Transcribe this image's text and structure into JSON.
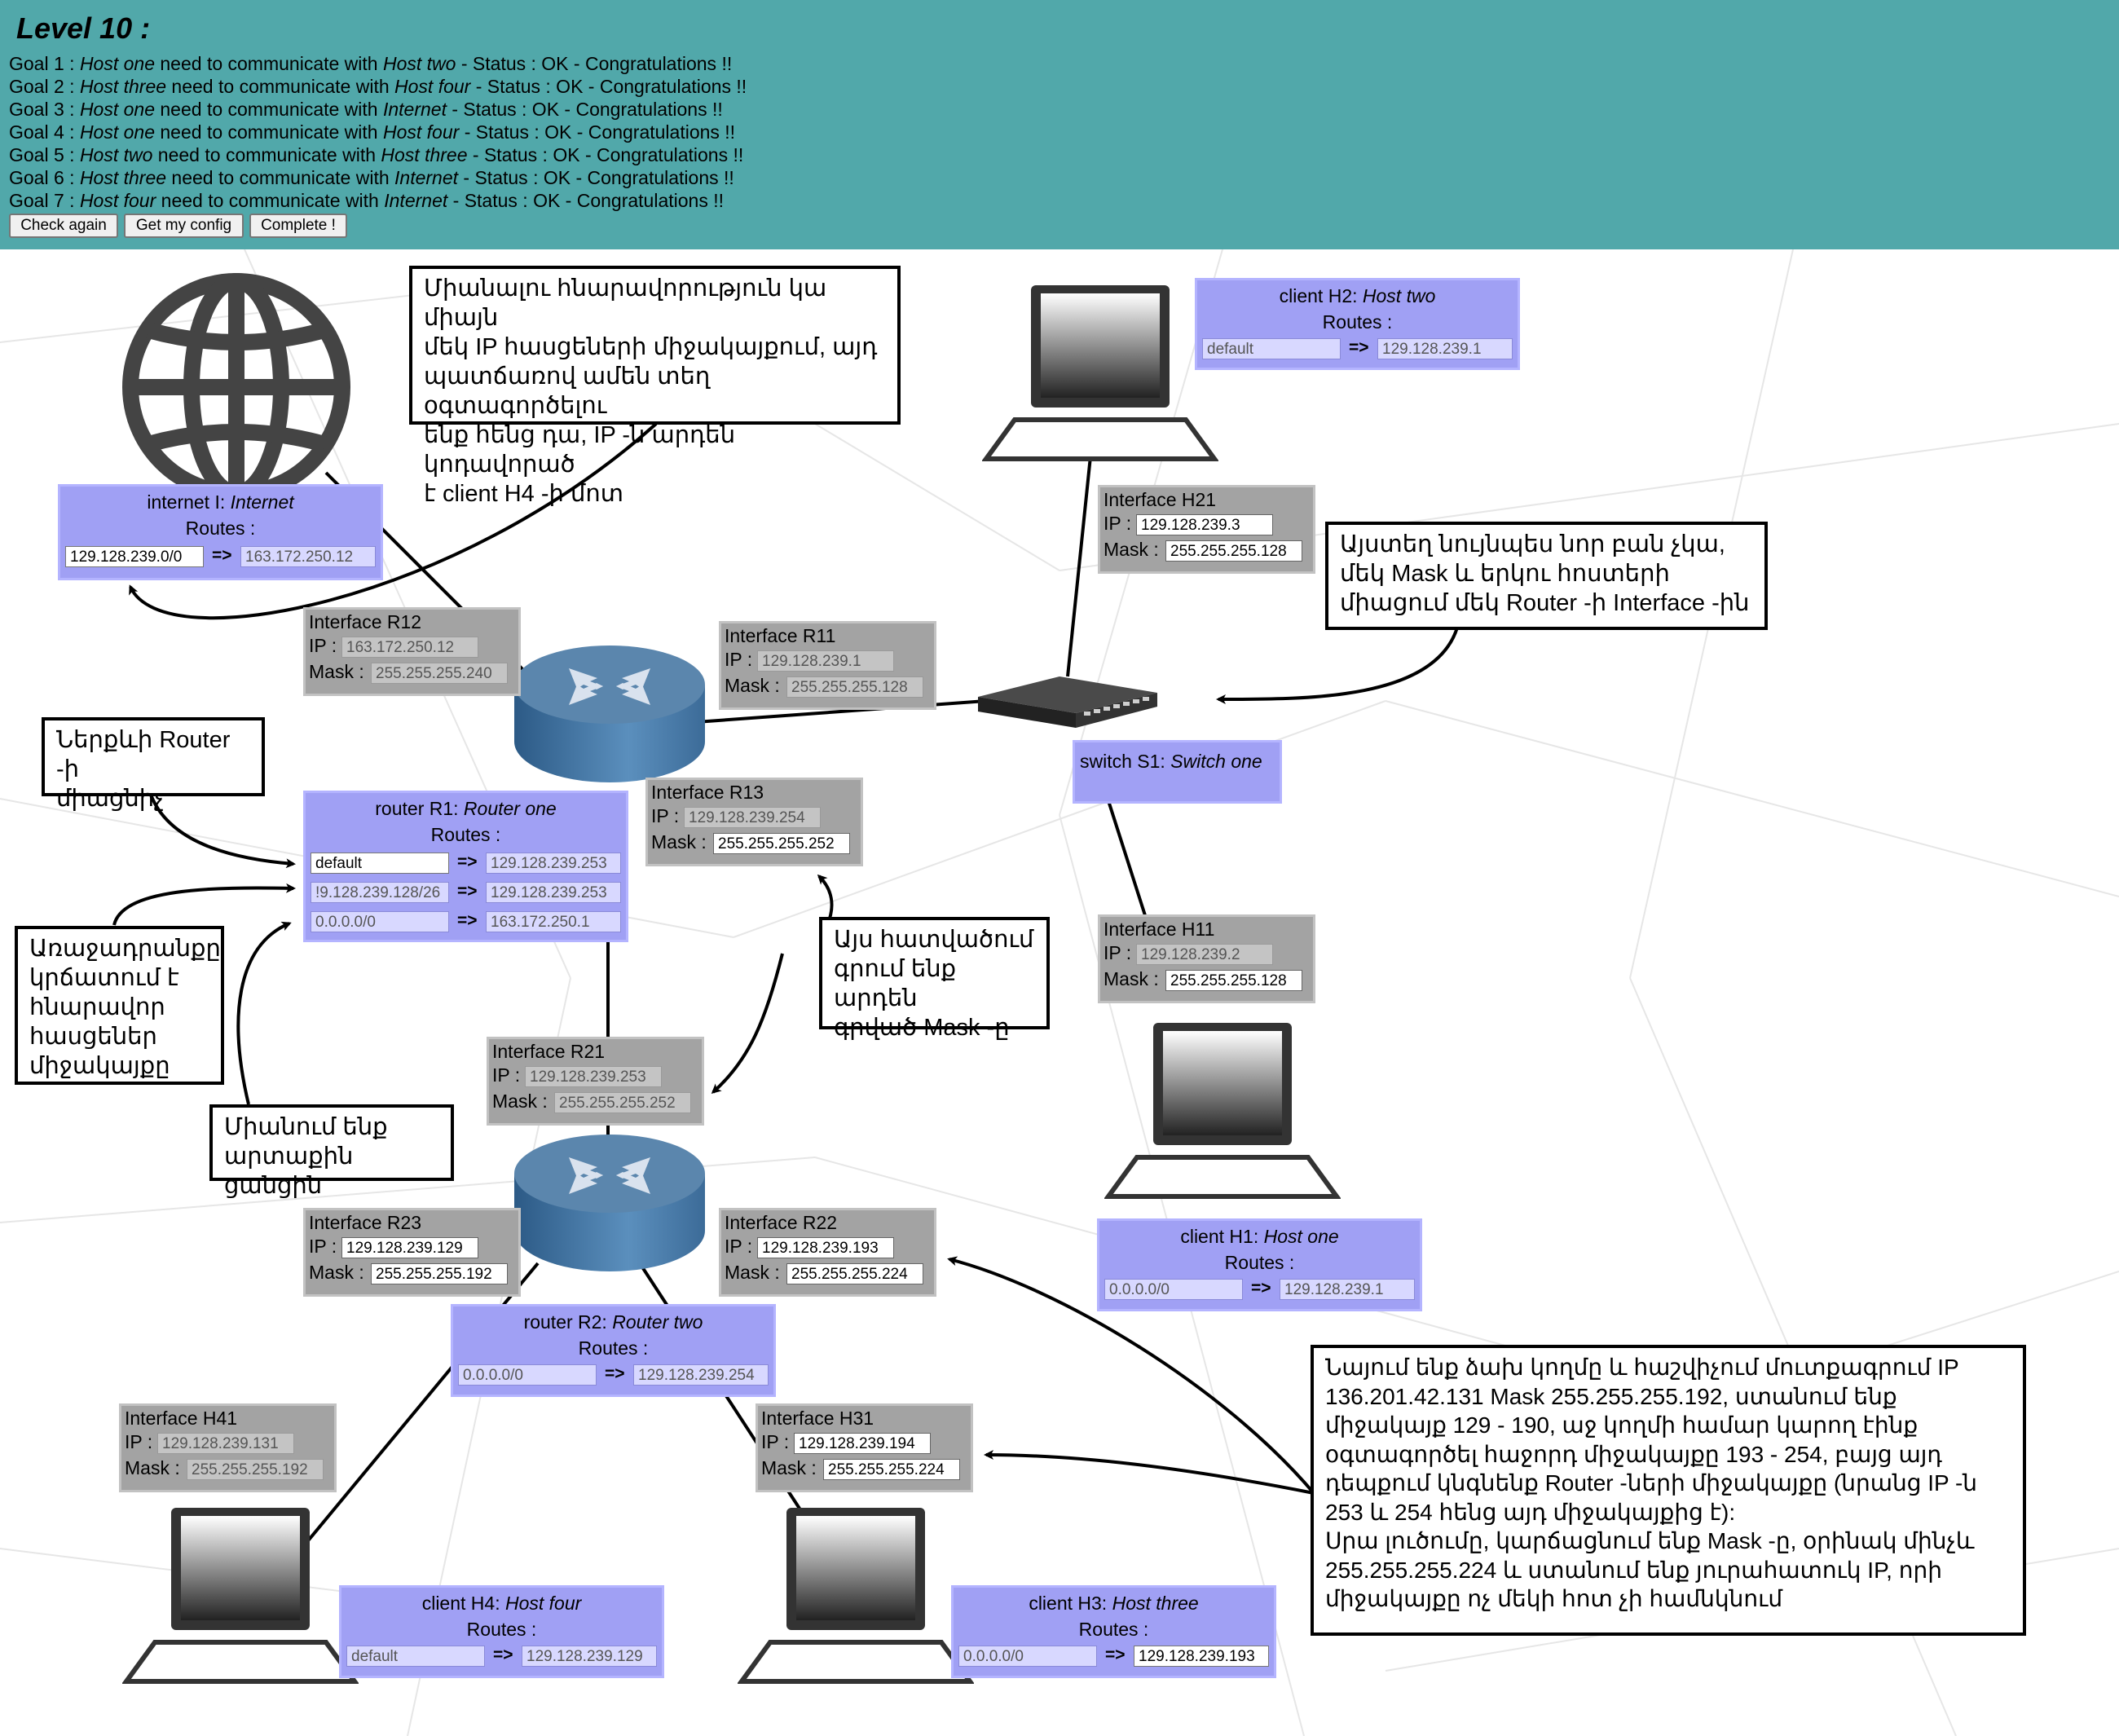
{
  "header": {
    "level_title": "Level 10 :",
    "goals": [
      {
        "prefix": "Goal 1 : ",
        "a": "Host one",
        "mid": " need to communicate with ",
        "b": "Host two",
        "status": " - Status : OK - Congratulations !!"
      },
      {
        "prefix": "Goal 2 : ",
        "a": "Host three",
        "mid": " need to communicate with ",
        "b": "Host four",
        "status": " - Status : OK - Congratulations !!"
      },
      {
        "prefix": "Goal 3 : ",
        "a": "Host one",
        "mid": " need to communicate with ",
        "b": "Internet",
        "status": " - Status : OK - Congratulations !!"
      },
      {
        "prefix": "Goal 4 : ",
        "a": "Host one",
        "mid": " need to communicate with ",
        "b": "Host four",
        "status": " - Status : OK - Congratulations !!"
      },
      {
        "prefix": "Goal 5 : ",
        "a": "Host two",
        "mid": " need to communicate with ",
        "b": "Host three",
        "status": " - Status : OK - Congratulations !!"
      },
      {
        "prefix": "Goal 6 : ",
        "a": "Host three",
        "mid": " need to communicate with ",
        "b": "Internet",
        "status": " - Status : OK - Congratulations !!"
      },
      {
        "prefix": "Goal 7 : ",
        "a": "Host four",
        "mid": " need to communicate with ",
        "b": "Internet",
        "status": " - Status : OK - Congratulations !!"
      }
    ],
    "buttons": {
      "check_again": "Check again",
      "get_config": "Get my config",
      "complete": "Complete !"
    }
  },
  "labels": {
    "routes": "Routes :",
    "arrow": "=>",
    "ip": "IP :",
    "mask": "Mask :"
  },
  "nodes": {
    "internet": {
      "kind": "internet I: ",
      "name": "Internet",
      "routes": [
        {
          "dest": "129.128.239.0/0",
          "via": "163.172.250.12"
        }
      ]
    },
    "h2": {
      "kind": "client H2: ",
      "name": "Host two",
      "routes": [
        {
          "dest": "default",
          "via": "129.128.239.1"
        }
      ]
    },
    "r1": {
      "kind": "router R1: ",
      "name": "Router one",
      "routes": [
        {
          "dest": "default",
          "via": "129.128.239.253"
        },
        {
          "dest": "!9.128.239.128/26",
          "via": "129.128.239.253"
        },
        {
          "dest": "0.0.0.0/0",
          "via": "163.172.250.1"
        }
      ]
    },
    "s1": {
      "kind": "switch S1: ",
      "name": "Switch one"
    },
    "h1": {
      "kind": "client H1: ",
      "name": "Host one",
      "routes": [
        {
          "dest": "0.0.0.0/0",
          "via": "129.128.239.1"
        }
      ]
    },
    "r2": {
      "kind": "router R2: ",
      "name": "Router two",
      "routes": [
        {
          "dest": "0.0.0.0/0",
          "via": "129.128.239.254"
        }
      ]
    },
    "h4": {
      "kind": "client H4: ",
      "name": "Host four",
      "routes": [
        {
          "dest": "default",
          "via": "129.128.239.129"
        }
      ]
    },
    "h3": {
      "kind": "client H3: ",
      "name": "Host three",
      "routes": [
        {
          "dest": "0.0.0.0/0",
          "via": "129.128.239.193"
        }
      ]
    }
  },
  "interfaces": {
    "h21": {
      "title": "Interface H21",
      "ip": "129.128.239.3",
      "mask": "255.255.255.128"
    },
    "r12": {
      "title": "Interface R12",
      "ip": "163.172.250.12",
      "mask": "255.255.255.240"
    },
    "r11": {
      "title": "Interface R11",
      "ip": "129.128.239.1",
      "mask": "255.255.255.128"
    },
    "r13": {
      "title": "Interface R13",
      "ip": "129.128.239.254",
      "mask": "255.255.255.252"
    },
    "h11": {
      "title": "Interface H11",
      "ip": "129.128.239.2",
      "mask": "255.255.255.128"
    },
    "r21": {
      "title": "Interface R21",
      "ip": "129.128.239.253",
      "mask": "255.255.255.252"
    },
    "r23": {
      "title": "Interface R23",
      "ip": "129.128.239.129",
      "mask": "255.255.255.192"
    },
    "r22": {
      "title": "Interface R22",
      "ip": "129.128.239.193",
      "mask": "255.255.255.224"
    },
    "h41": {
      "title": "Interface H41",
      "ip": "129.128.239.131",
      "mask": "255.255.255.192"
    },
    "h31": {
      "title": "Interface H31",
      "ip": "129.128.239.194",
      "mask": "255.255.255.224"
    }
  },
  "notes": {
    "top": "Միանալու հնարավորություն կա միայն\nմեկ IP հասցեների միջակայքում, այդ\nպատճառով ամեն տեղ օգտագործելու\nենք հենց դա, IP -ն արդեն կոդավորած\nէ client H4 -ի մոտ",
    "switch": "Այստեղ նույնպես նոր բան չկա,\nմեկ Mask և երկու հոստերի\nմիացում մեկ Router -ի Interface -ին",
    "router_inner": "Ներքևի Router -ի\nմիացնիչ",
    "first_range": "Առաջադրանքը\nկրճատում է\nհնարավոր\nհասցեներ\nմիջակայքը",
    "external": "Միանում ենք\nարտաքին ցանցին",
    "mask_written": "Այս հատվածում\nգրում ենք արդեն\nգրված Mask -ը",
    "big": "Նայում ենք ձախ կողմը և հաշվիչում մուտքագրում IP\n136.201.42.131 Mask 255.255.255.192, ստանում ենք\nմիջակայք 129 - 190, աջ կողմի համար կարող էինք\nօգտագործել հաջորդ միջակայքը 193 - 254, բայց այդ\nդեպքում կնգնենք Router -ների միջակայքը (նրանց IP -ն\n253 և 254 հենց այդ միջակայքից է):\nՍրա լուծումը, կարճացնում ենք Mask -ը, օրինակ մինչև\n255.255.255.224 և ստանում ենք յուրահատուկ IP, որի\nմիջակայքը ոչ մեկի հոտ չի համնկնում"
  }
}
